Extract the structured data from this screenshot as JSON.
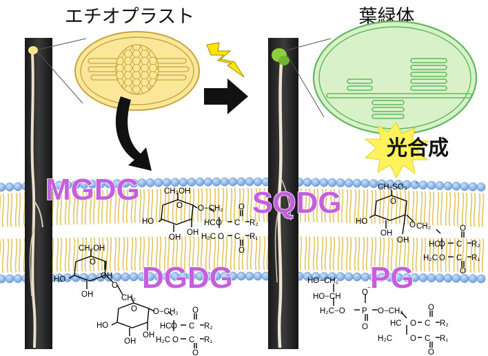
{
  "headings": {
    "etioplast": "エチオプラスト",
    "chloroplast": "葉緑体"
  },
  "lipids": {
    "mgdg": "MGDG",
    "dgdg": "DGDG",
    "sqdg": "SQDG",
    "pg": "PG"
  },
  "photosynthesis_label": "光合成",
  "chem_labels": {
    "ch2oh": "CH₂OH",
    "oh": "OH",
    "ho": "HO",
    "o": "O",
    "ch2": "CH₂",
    "o_ch2": "O−CH₂",
    "hc": "HC",
    "h2c": "H₂C",
    "c": "C",
    "r1": "R₁",
    "r2": "R₂",
    "ch2so3": "CH₂SO₃",
    "minus": "−",
    "p": "P",
    "ho_ch2": "HO−CH₂",
    "ho_ch": "HO−CH",
    "h2c_o": "H₂C−O"
  },
  "colors": {
    "lipid_head": "#7faee6",
    "lipid_tail": "#e2c45a",
    "lipid_name": "#c55fe0",
    "etioplast_fill": "#fbe79a",
    "etioplast_stroke": "#c8a53a",
    "chloroplast_fill": "#d9f1c9",
    "chloroplast_stroke": "#5cb85c",
    "light_bolt": "#ffe600",
    "photosynthesis_star": "#fff25a"
  }
}
